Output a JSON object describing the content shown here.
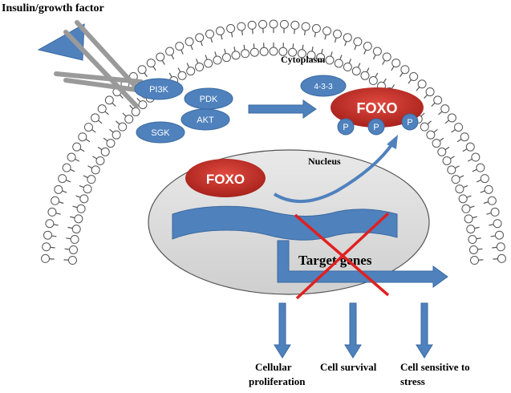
{
  "labels": {
    "receptor": "Insulin/growth factor",
    "cytoplasm": "Cytoplasm",
    "nucleus": "Nucleus",
    "target_genes": "Target genes"
  },
  "kinases": {
    "pi3k": "PI3K",
    "pdk": "PDK",
    "akt": "AKT",
    "sgk": "SGK"
  },
  "protein_14_3_3": "4-3-3",
  "foxo_cytoplasm": "FOXO",
  "foxo_nucleus": "FOXO",
  "phospho": [
    "P",
    "P",
    "P"
  ],
  "outcomes": {
    "proliferation_line1": "Cellular",
    "proliferation_line2": "proliferation",
    "survival": "Cell survival",
    "stress_line1": "Cell sensitive to",
    "stress_line2": "stress"
  },
  "colors": {
    "membrane_head": "#ffffff",
    "membrane_outline": "#555555",
    "kinase_fill": "#4f81bd",
    "foxo_fill": "#c0302a",
    "nucleus_fill": "#dcdcdc",
    "arrow_fill": "#4f81bd",
    "cross": "#e02020",
    "receptor_gray": "#9a9a9a"
  }
}
